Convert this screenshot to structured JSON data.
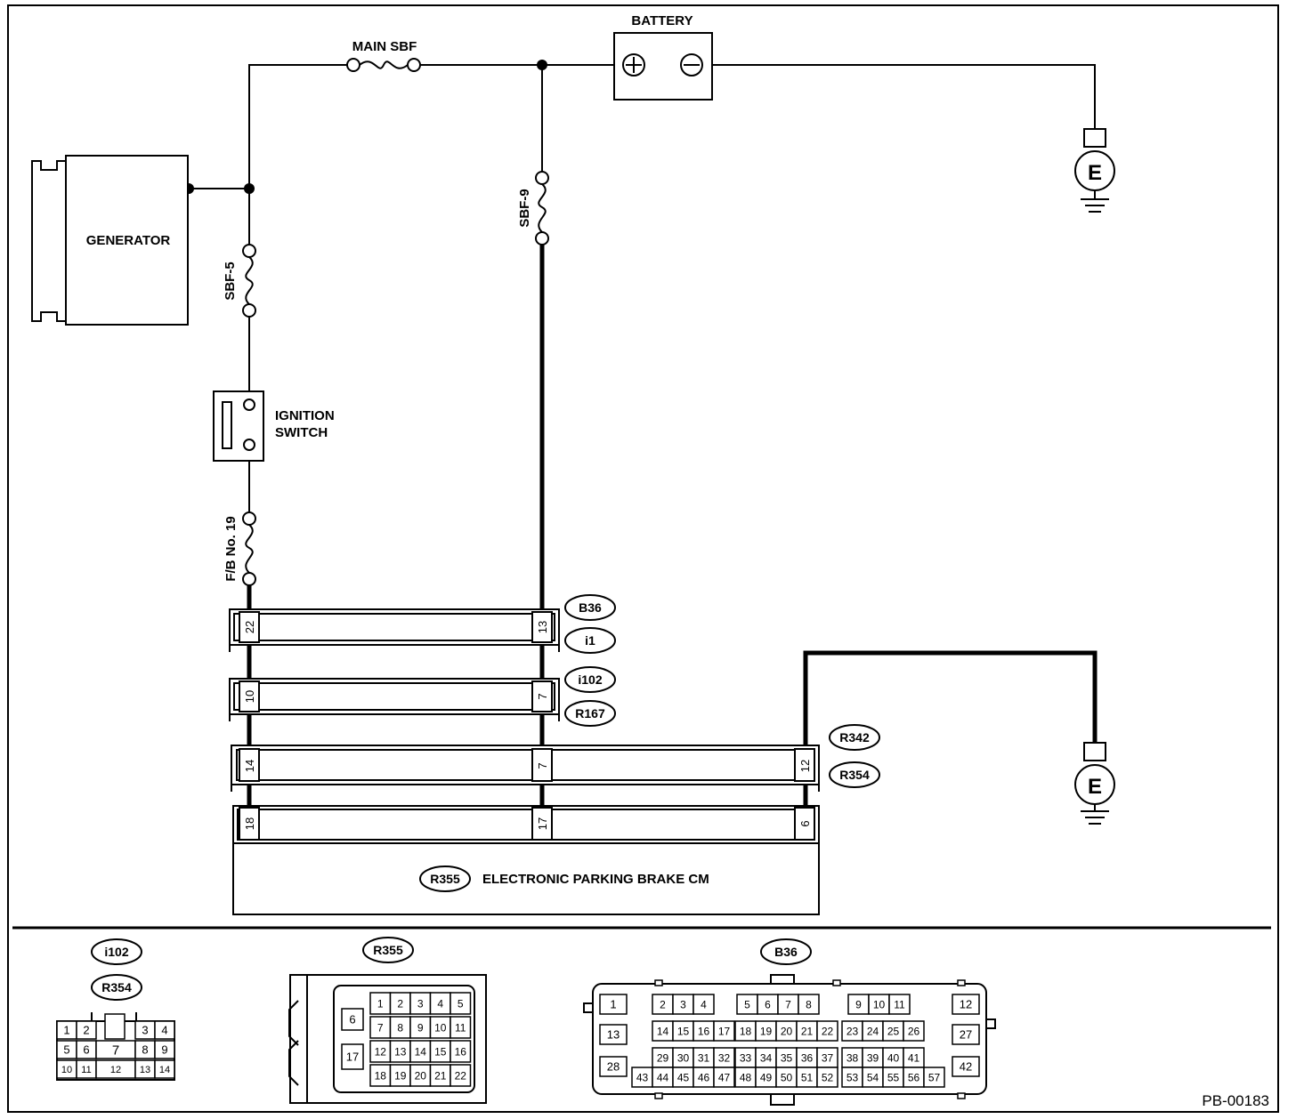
{
  "components": {
    "battery": "BATTERY",
    "main_sbf": "MAIN SBF",
    "generator": "GENERATOR",
    "sbf5": "SBF-5",
    "sbf9": "SBF-9",
    "ignition_line1": "IGNITION",
    "ignition_line2": "SWITCH",
    "fb19": "F/B No. 19",
    "ground": "E",
    "module": "ELECTRONIC PARKING BRAKE CM",
    "figure_id": "PB-00183"
  },
  "connector_tags": {
    "b36": "B36",
    "i1": "i1",
    "i102": "i102",
    "r167": "R167",
    "r342": "R342",
    "r354": "R354",
    "r355": "R355"
  },
  "pins": {
    "row1_left": "22",
    "row1_right": "13",
    "row2_left": "10",
    "row2_right": "7",
    "row3_left": "14",
    "row3_mid": "7",
    "row3_right": "12",
    "row4_left": "18",
    "row4_mid": "17",
    "row4_right": "6"
  },
  "connector_views": {
    "i102_r354": {
      "top_left": [
        "1",
        "2"
      ],
      "top_right": [
        "3",
        "4"
      ],
      "mid_left": [
        "5",
        "6"
      ],
      "center": "7",
      "mid_right": [
        "8",
        "9"
      ],
      "bottom_left": [
        "10",
        "11"
      ],
      "bottom_center": "12",
      "bottom_right": [
        "13",
        "14"
      ]
    },
    "r355": {
      "left_pins": [
        "6",
        "17"
      ],
      "grid": [
        [
          "1",
          "2",
          "3",
          "4",
          "5"
        ],
        [
          "7",
          "8",
          "9",
          "10",
          "11"
        ],
        [
          "12",
          "13",
          "14",
          "15",
          "16"
        ],
        [
          "18",
          "19",
          "20",
          "21",
          "22"
        ]
      ]
    },
    "b36": {
      "left_col": [
        "1",
        "13",
        "28"
      ],
      "right_col": [
        "12",
        "27",
        "42"
      ],
      "row1": [
        [
          "2",
          "3",
          "4"
        ],
        [
          "5",
          "6",
          "7",
          "8"
        ],
        [
          "9",
          "10",
          "11"
        ]
      ],
      "row2": [
        [
          "14",
          "15",
          "16",
          "17"
        ],
        [
          "18",
          "19",
          "20",
          "21",
          "22"
        ],
        [
          "23",
          "24",
          "25",
          "26"
        ]
      ],
      "row3": [
        [
          "29",
          "30",
          "31",
          "32"
        ],
        [
          "33",
          "34",
          "35",
          "36",
          "37"
        ],
        [
          "38",
          "39",
          "40",
          "41"
        ]
      ],
      "row4": [
        [
          "43",
          "44",
          "45",
          "46",
          "47"
        ],
        [
          "48",
          "49",
          "50",
          "51",
          "52"
        ],
        [
          "53",
          "54",
          "55",
          "56",
          "57"
        ]
      ]
    }
  }
}
